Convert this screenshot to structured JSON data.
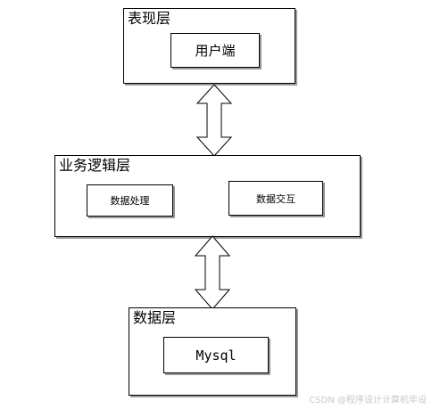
{
  "layers": {
    "presentation": {
      "title": "表现层",
      "box": "用户端"
    },
    "business": {
      "title": "业务逻辑层",
      "boxes": [
        "数据处理",
        "数据交互"
      ]
    },
    "data": {
      "title": "数据层",
      "box": "Mysql"
    }
  },
  "watermark": "CSDN @程序设计计算机毕设"
}
